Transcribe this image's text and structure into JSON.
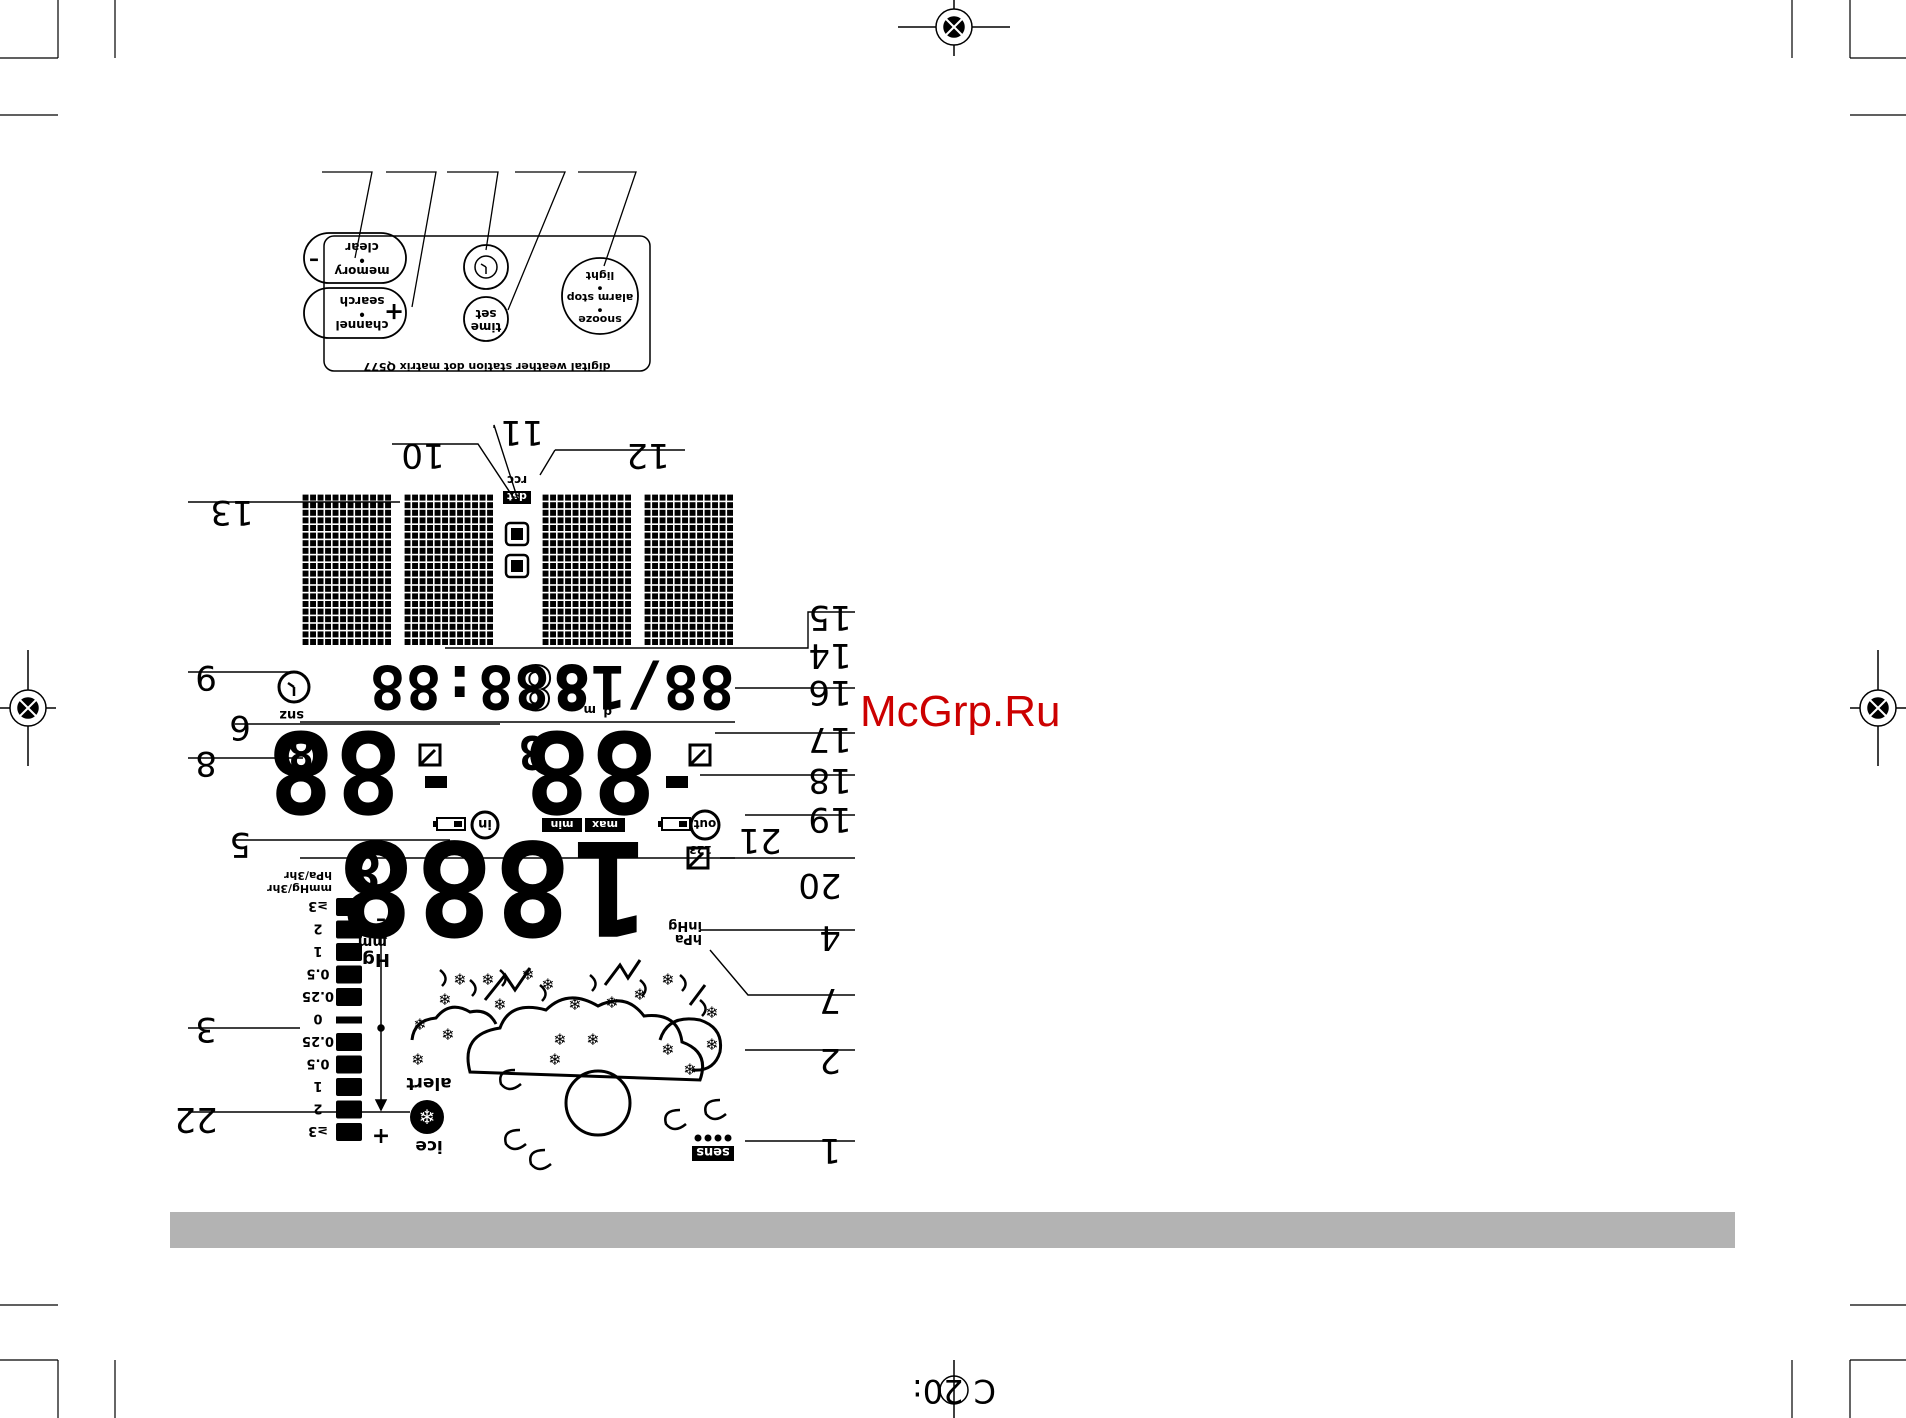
{
  "watermark": "McGrp.Ru",
  "device": {
    "model_text": "digital weather station dot matrix Q577",
    "buttons": {
      "memory": [
        "memory",
        "•",
        "clear"
      ],
      "channel": [
        "channel",
        "•",
        "search"
      ],
      "time": [
        "time",
        "set"
      ],
      "snooze": [
        "snooze",
        "•",
        "alarm stop",
        "•",
        "light"
      ],
      "minus": "–",
      "plus": "+"
    }
  },
  "lcd": {
    "labels": {
      "rcc": "rcc",
      "dst": "dst",
      "snz": "snz",
      "in": "in",
      "out": "out",
      "minmax": [
        "min",
        "max"
      ],
      "alert": "alert",
      "ice": "ice",
      "sens": "sens",
      "pressure_units_mm": [
        "mm",
        "Hg"
      ],
      "pressure_units_hpa": [
        "hPa",
        "inHg"
      ],
      "trend_units": [
        "hPa/3hr",
        "mmHg/3hr"
      ],
      "date_d": "d",
      "date_m": "m",
      "ch": "123",
      "minus": "–",
      "plus": "+"
    },
    "digits": {
      "clock": "88:88",
      "date": "88/18",
      "date_left": "88",
      "temp_in": "88",
      "temp_in_dec": "8",
      "temp_out": "88",
      "temp_out_dec": "8",
      "pressure": "1888",
      "pressure_dec": "8"
    },
    "bar_scale": [
      "≥3",
      "2",
      "1",
      "0.5",
      "0.25",
      "0",
      "0.25",
      "0.5",
      "1",
      "2",
      "≥3"
    ]
  },
  "callouts": {
    "n1": "1",
    "n2": "2",
    "n3": "3",
    "n4": "4",
    "n5": "5",
    "n6": "6",
    "n7": "7",
    "n8": "8",
    "n9": "9",
    "n10": "10",
    "n11": "11",
    "n12": "12",
    "n13": "13",
    "n14": "14",
    "n15": "15",
    "n16": "16",
    "n17": "17",
    "n18": "18",
    "n19": "19",
    "n20": "20",
    "n21": "21",
    "n22": "22"
  },
  "footer": {
    "page_mark": "С 20:"
  },
  "colors": {
    "footer_band": "#b3b3b3",
    "watermark": "#cc0000"
  }
}
